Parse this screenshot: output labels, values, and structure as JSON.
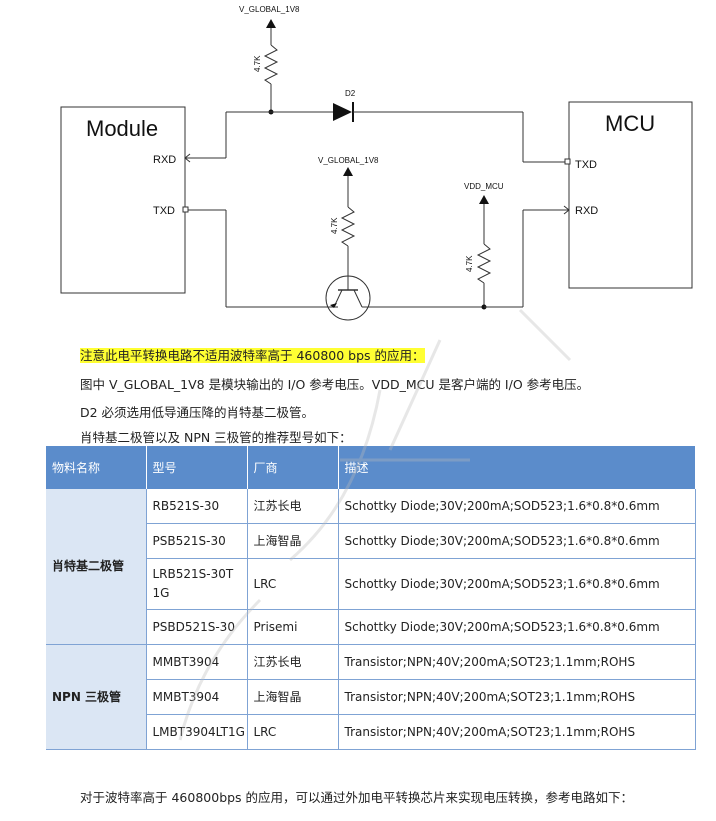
{
  "schematic": {
    "module_label": "Module",
    "mcu_label": "MCU",
    "module_rxd": "RXD",
    "module_txd": "TXD",
    "mcu_txd": "TXD",
    "mcu_rxd": "RXD",
    "rail_top": "V_GLOBAL_1V8",
    "rail_mid": "V_GLOBAL_1V8",
    "rail_vdd": "VDD_MCU",
    "r_top": "4.7K",
    "r_mid": "4.7K",
    "r_right": "4.7K",
    "diode": "D2"
  },
  "notes": {
    "warning": "注意此电平转换电路不适用波特率高于 460800 bps 的应用：",
    "line1": "图中 V_GLOBAL_1V8 是模块输出的 I/O 参考电压。VDD_MCU 是客户端的 I/O 参考电压。",
    "line2": "D2  必须选用低导通压降的肖特基二极管。",
    "line3": "肖特基二极管以及 NPN 三极管的推荐型号如下："
  },
  "table": {
    "headers": [
      "物料名称",
      "型号",
      "厂商",
      "描述"
    ],
    "group_diode": "肖特基二极管",
    "group_npn": "NPN 三极管",
    "rows": [
      {
        "model": "RB521S-30",
        "vendor": "江苏长电",
        "desc": "Schottky Diode;30V;200mA;SOD523;1.6*0.8*0.6mm"
      },
      {
        "model": "PSB521S-30",
        "vendor": "上海智晶",
        "desc": "Schottky Diode;30V;200mA;SOD523;1.6*0.8*0.6mm"
      },
      {
        "model": "LRB521S-30T1G",
        "vendor": "LRC",
        "desc": "Schottky Diode;30V;200mA;SOD523;1.6*0.8*0.6mm"
      },
      {
        "model": "PSBD521S-30",
        "vendor": "Prisemi",
        "desc": "Schottky Diode;30V;200mA;SOD523;1.6*0.8*0.6mm"
      },
      {
        "model": "MMBT3904",
        "vendor": "江苏长电",
        "desc": "Transistor;NPN;40V;200mA;SOT23;1.1mm;ROHS"
      },
      {
        "model": "MMBT3904",
        "vendor": "上海智晶",
        "desc": "Transistor;NPN;40V;200mA;SOT23;1.1mm;ROHS"
      },
      {
        "model": "LMBT3904LT1G",
        "vendor": "LRC",
        "desc": "Transistor;NPN;40V;200mA;SOT23;1.1mm;ROHS"
      }
    ]
  },
  "footer": "对于波特率高于 460800bps 的应用，可以通过外加电平转换芯片来实现电压转换，参考电路如下："
}
